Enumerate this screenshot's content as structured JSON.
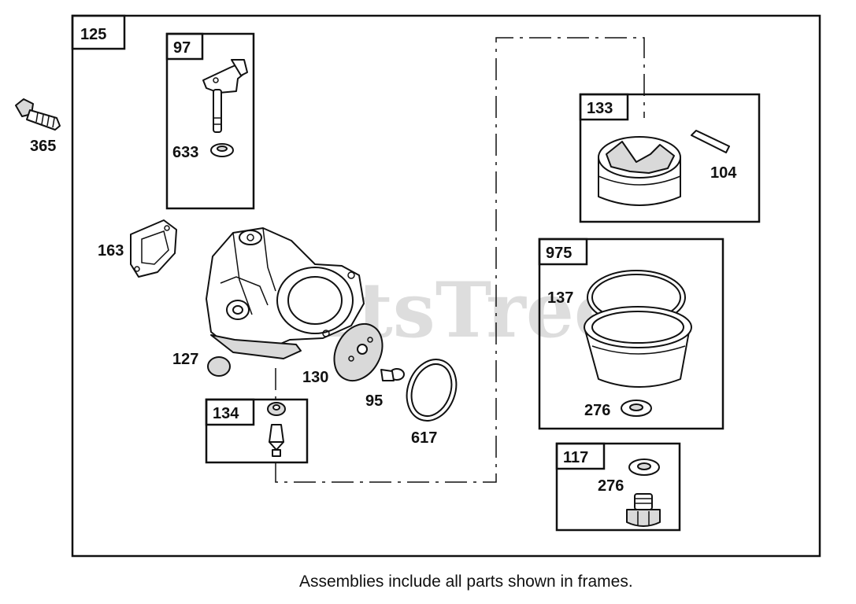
{
  "watermark": "PartsTree",
  "footnote": "Assemblies include all parts shown in frames.",
  "frames": {
    "main": "125",
    "throttle_shaft": "97",
    "float": "133",
    "bowl": "975",
    "needle": "134",
    "bowl_nut": "117"
  },
  "parts": {
    "bolt": "365",
    "shaft_seal": "633",
    "gasket": "163",
    "float_pin": "104",
    "bowl_gasket": "137",
    "bowl_washer": "276",
    "nut_washer": "276",
    "welch_plug": "127",
    "throttle_plate": "130",
    "screw": "95",
    "o_ring": "617"
  }
}
